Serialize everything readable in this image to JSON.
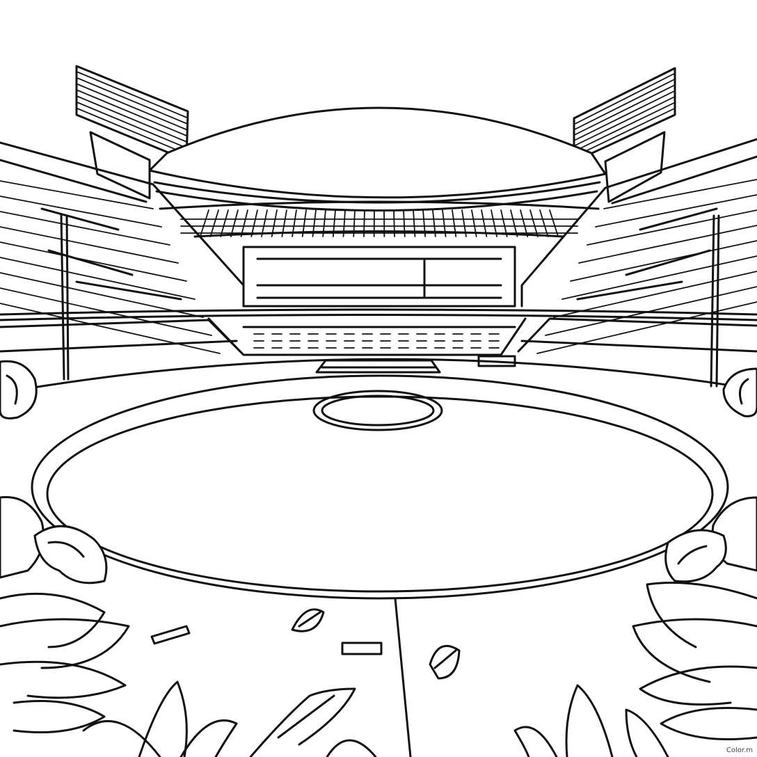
{
  "scene": {
    "subject": "stadium",
    "style": "line-art",
    "ink_color": "#111111",
    "paper_color": "#ffffff",
    "floodlights": 2,
    "light_poles": 2
  },
  "watermark": {
    "text": "Color.m"
  }
}
